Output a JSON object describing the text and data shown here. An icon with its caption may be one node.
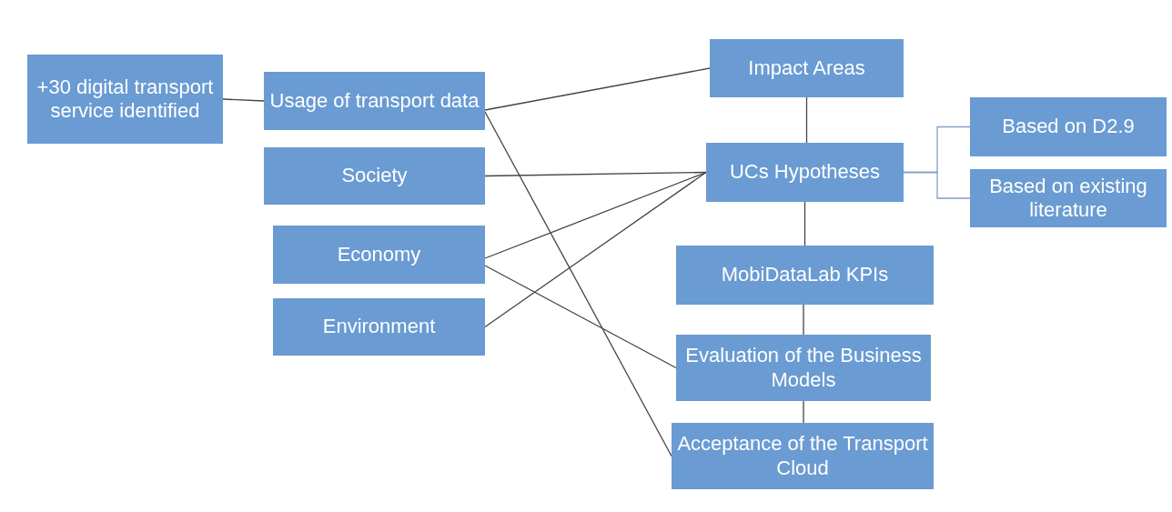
{
  "diagram": {
    "nodes": [
      {
        "text": [
          "+30 digital transport service identified"
        ]
      },
      {
        "text": [
          "Usage of transport data"
        ]
      },
      {
        "text": [
          "Impact Areas"
        ]
      },
      {
        "text": [
          "Society"
        ]
      },
      {
        "text": [
          "UCs Hypotheses"
        ]
      },
      {
        "text": [
          "Based on D2.9"
        ]
      },
      {
        "text": [
          "Based on existing literature"
        ]
      },
      {
        "text": [
          "Economy"
        ]
      },
      {
        "text": [
          "MobiDataLab KPIs"
        ]
      },
      {
        "text": [
          "Environment"
        ]
      },
      {
        "text": [
          "Evaluation of the Business Models"
        ]
      },
      {
        "text": [
          "Acceptance of the Transport Cloud"
        ]
      }
    ],
    "edges": [
      {
        "from": 0,
        "to": 1,
        "arrow": "none"
      },
      {
        "from": 1,
        "to": 2,
        "arrow": "none"
      },
      {
        "from": 1,
        "to": 11,
        "arrow": "none"
      },
      {
        "from": 3,
        "to": 4,
        "arrow": "none"
      },
      {
        "from": 7,
        "to": 4,
        "arrow": "none"
      },
      {
        "from": 7,
        "to": 10,
        "arrow": "none"
      },
      {
        "from": 9,
        "to": 4,
        "arrow": "none"
      },
      {
        "from": 2,
        "to": 4,
        "arrow": "none"
      },
      {
        "from": 4,
        "to": 8,
        "arrow": "none"
      },
      {
        "from": 8,
        "to": 10,
        "arrow": "none"
      },
      {
        "from": 10,
        "to": 11,
        "arrow": "none"
      },
      {
        "from": 4,
        "to": 5,
        "arrow": "none",
        "color": "#7f9fc8"
      },
      {
        "from": 4,
        "to": 6,
        "arrow": "none",
        "color": "#7f9fc8"
      }
    ]
  }
}
